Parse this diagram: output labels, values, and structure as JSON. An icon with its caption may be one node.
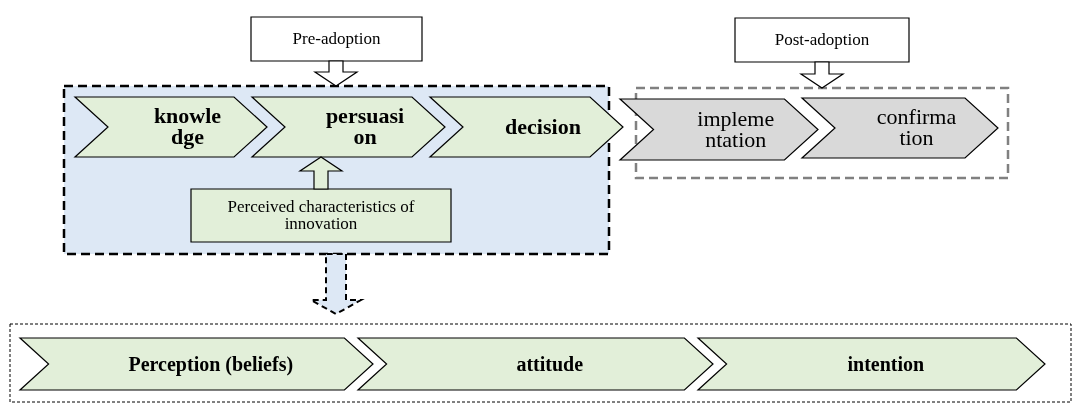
{
  "diagram": {
    "nodes": [
      {
        "text": [
          "Pre-adoption"
        ]
      },
      {
        "text": [
          "Post-adoption"
        ]
      },
      {
        "text": [],
        "shape": "box"
      },
      {
        "text": [
          "knowle dge"
        ],
        "in": 2
      },
      {
        "text": [
          "persuasi on"
        ],
        "in": 2
      },
      {
        "text": [
          "decision"
        ],
        "in": 2
      },
      {
        "text": [
          "Perceived characteristics of innovation"
        ],
        "in": 2
      },
      {
        "text": [],
        "shape": "box"
      },
      {
        "text": [
          "impleme ntation"
        ]
      },
      {
        "text": [
          "confirma tion"
        ],
        "in": 7
      },
      {
        "text": [],
        "shape": "box"
      },
      {
        "text": [
          "Perception (beliefs)"
        ],
        "in": 10
      },
      {
        "text": [
          "attitude"
        ],
        "in": 10
      },
      {
        "text": [
          "intention"
        ],
        "in": 10
      }
    ],
    "edges": [
      {
        "from": 0,
        "to": 2,
        "arrow": "to"
      },
      {
        "from": 1,
        "to": 7,
        "arrow": "to"
      },
      {
        "from": 6,
        "to": 4,
        "arrow": "to"
      },
      {
        "from": 2,
        "to": 10,
        "arrow": "to",
        "style": "dashed"
      }
    ]
  }
}
